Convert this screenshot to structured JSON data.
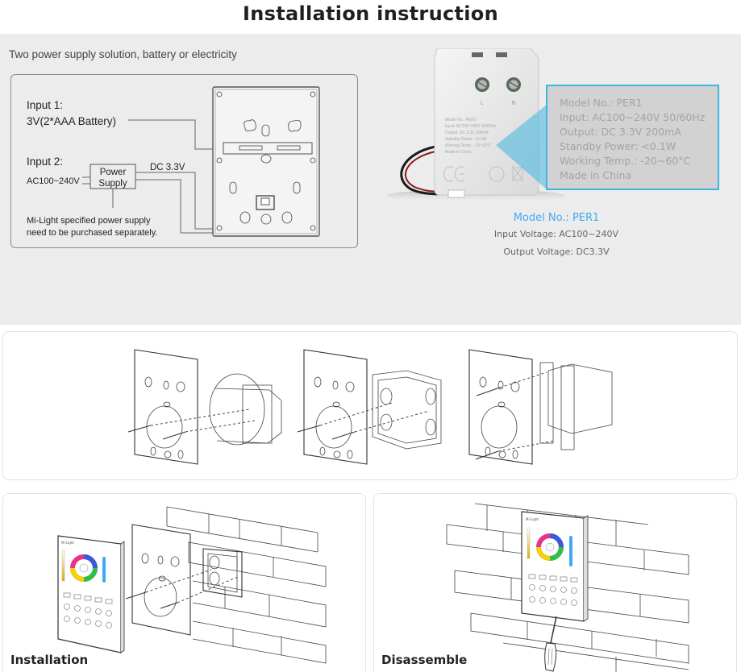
{
  "page": {
    "title": "Installation instruction"
  },
  "power_supply": {
    "subtitle": "Two power supply solution, battery or electricity",
    "diagram": {
      "input1_label": "Input 1:",
      "input1_value": "3V(2*AAA Battery)",
      "input2_label": "Input 2:",
      "input2_value": "AC100~240V",
      "psu_line1": "Power",
      "psu_line2": "Supply",
      "dc_label": "DC 3.3V",
      "note_line1": "Mi-Light specified power supply",
      "note_line2": "need to be purchased separately."
    },
    "adapter": {
      "terminal_l": "L",
      "terminal_n": "N",
      "label_lines": [
        "Model No.: PER1",
        "Input: AC100~240V  50/60Hz",
        "Output: DC 3.3V  200mA",
        "Standby Power: <0.1W",
        "Working Temp.: -20~60°C",
        "Made in China"
      ],
      "highlight_color": "#3fb6e0"
    },
    "specs": {
      "model": "Model No.: PER1",
      "input_voltage": "Input Voltage: AC100~240V",
      "output_voltage": "Output Voltage: DC3.3V",
      "accent_color": "#3fa9f5"
    }
  },
  "mounting": {
    "box_types": [
      "round-box",
      "square-box",
      "single-gang-box"
    ]
  },
  "installation": {
    "caption": "Installation",
    "brand": "Mi-Light"
  },
  "disassemble": {
    "caption": "Disassemble",
    "brand": "Mi-Light"
  }
}
